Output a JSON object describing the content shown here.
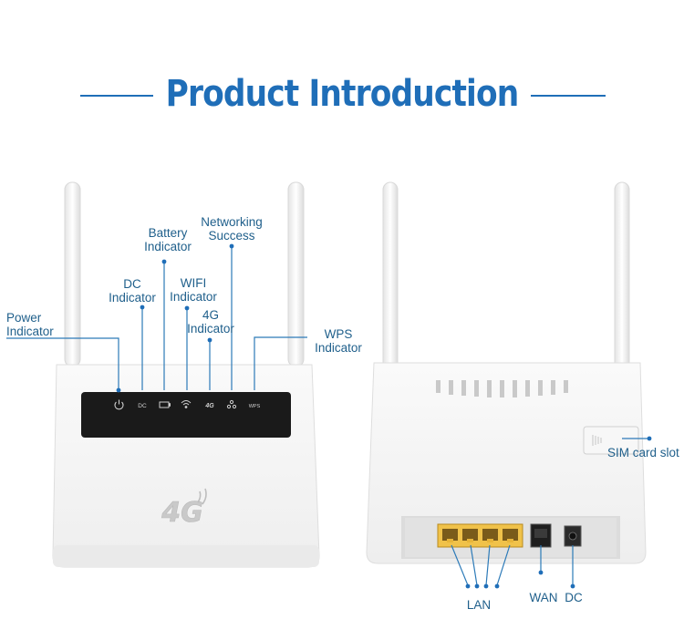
{
  "title": "Product Introduction",
  "front": {
    "labels": {
      "power": [
        "Power",
        "Indicator"
      ],
      "dc": [
        "DC",
        "Indicator"
      ],
      "battery": [
        "Battery",
        "Indicator"
      ],
      "wifi": [
        "WIFI",
        "Indicator"
      ],
      "fourg": [
        "4G",
        "Indicator"
      ],
      "networking": [
        "Networking",
        "Success"
      ],
      "wps": [
        "WPS",
        "Indicator"
      ]
    },
    "panel_glyphs": {
      "dc": "DC",
      "fourg": "4G",
      "wps": "WPS"
    },
    "logo": "4G"
  },
  "back": {
    "labels": {
      "sim": "SIM card slot",
      "lan": "LAN",
      "wan": "WAN",
      "dc": "DC"
    }
  },
  "colors": {
    "title": "#1f6eb8",
    "label": "#1f5f8b",
    "callout": "#2c7ab8",
    "router_body": "#f3f3f3",
    "panel": "#1a1a1a",
    "lan_port": "#e8b53a"
  }
}
